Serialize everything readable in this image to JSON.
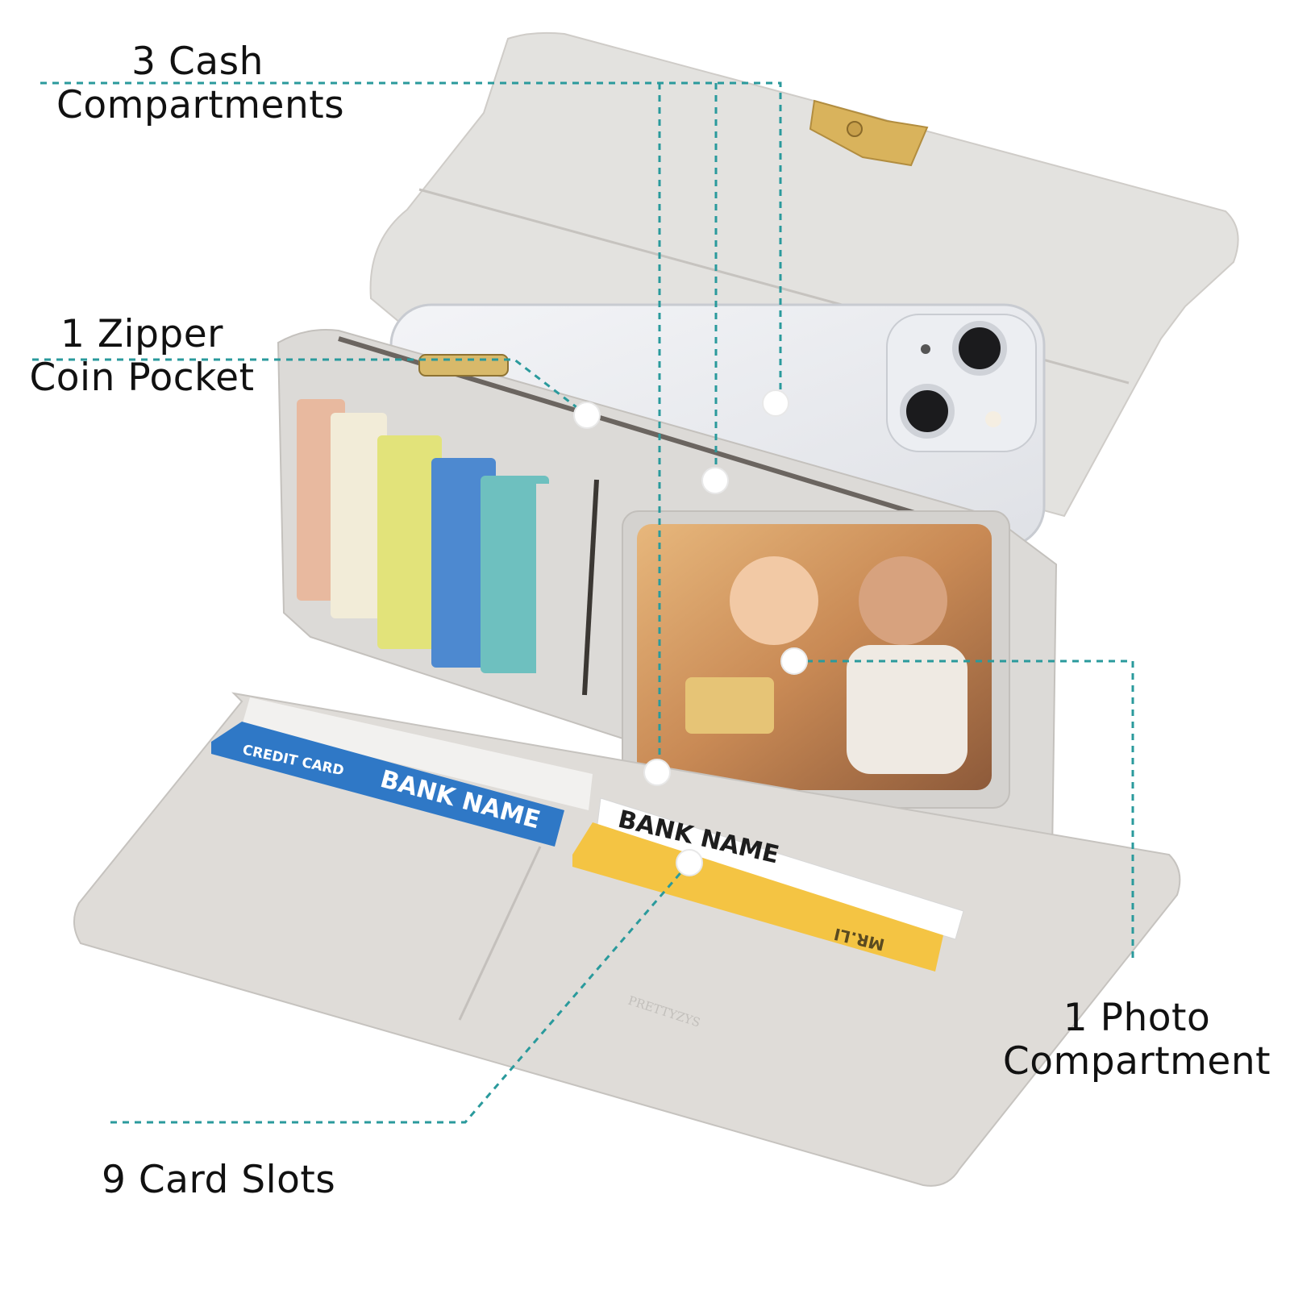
{
  "callouts": {
    "cash": {
      "line1": "3 Cash",
      "line2": "Compartments"
    },
    "zipper": {
      "line1": "1 Zipper",
      "line2": "Coin Pocket"
    },
    "photo": {
      "line1": "1 Photo",
      "line2": "Compartment"
    },
    "cards": {
      "line1": "9 Card Slots"
    }
  },
  "wallet_print": {
    "bank_name": "BANK NAME",
    "credit_card": "CREDIT CARD",
    "holder": "MR.LI",
    "brand": "PRETTYZYS"
  },
  "colors": {
    "accent_line": "#2a9a9c",
    "wallet": "#dedcd9",
    "wallet_shadow": "#c9c6c2",
    "text": "#111111"
  }
}
